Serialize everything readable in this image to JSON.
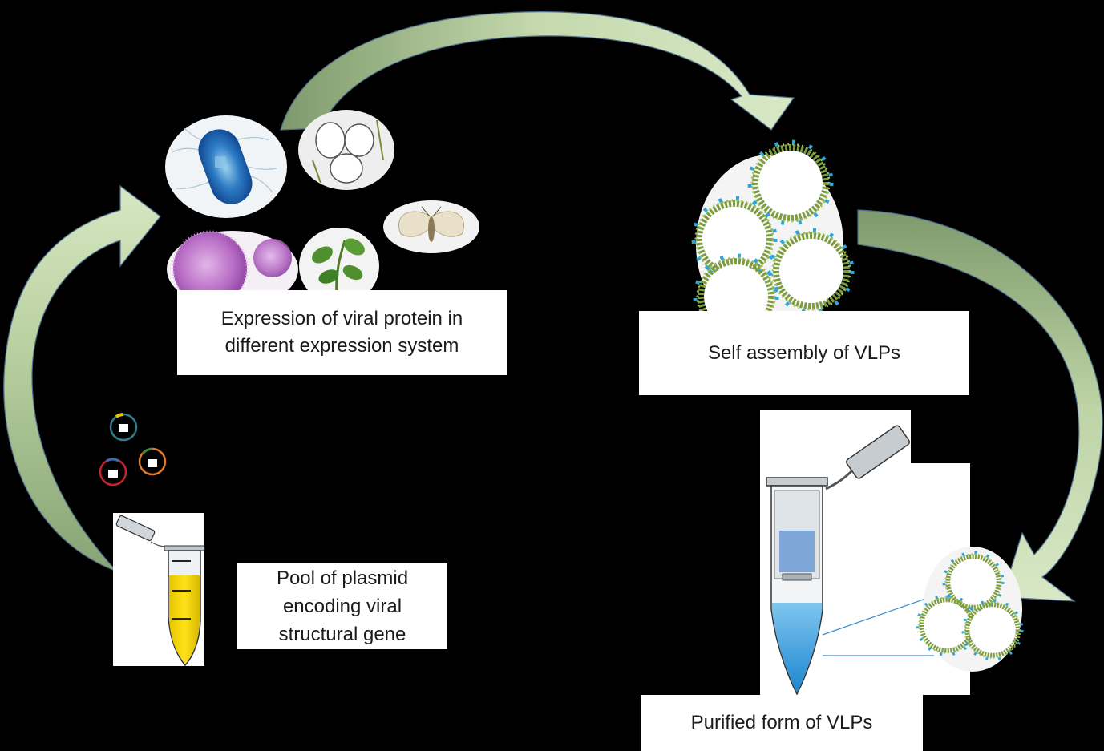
{
  "steps": {
    "expression": {
      "line1": "Expression of viral protein in",
      "line2": "different expression system"
    },
    "self_assembly": {
      "text": "Self assembly of VLPs"
    },
    "plasmid_pool": {
      "line1": "Pool of plasmid",
      "line2": "encoding viral",
      "line3": "structural gene"
    },
    "purified": {
      "text": "Purified form of VLPs"
    }
  },
  "colors": {
    "background": "#000000",
    "arrow_fill": "#c9dcb0",
    "arrow_dark": "#7f9b6e",
    "vlp_green": "#7a9a3a",
    "vlp_blue": "#2fa3d6",
    "tube_yellow": "#f0d000",
    "tube_blue": "#3aa0dd"
  },
  "icons": [
    "bacterium-icon",
    "yeast-icon",
    "moth-icon",
    "mammalian-cell-icon",
    "plant-icon",
    "plasmid-icon",
    "microcentrifuge-tube-icon",
    "vlp-particle-icon"
  ]
}
